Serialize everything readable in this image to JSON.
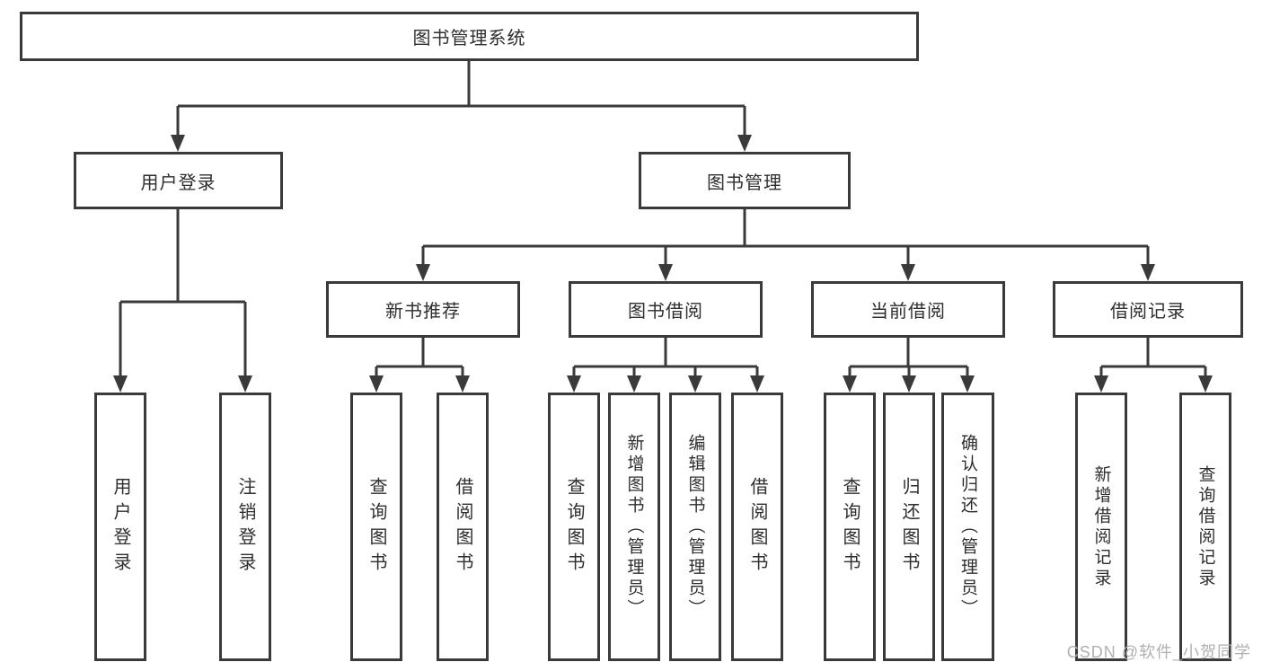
{
  "diagram": {
    "title_node": {
      "label": "图书管理系统"
    },
    "level2": {
      "user_login": {
        "label": "用户登录"
      },
      "book_management": {
        "label": "图书管理"
      }
    },
    "level3": {
      "new_book_recommend": {
        "label": "新书推荐"
      },
      "book_borrow": {
        "label": "图书借阅"
      },
      "current_borrow": {
        "label": "当前借阅"
      },
      "borrow_records": {
        "label": "借阅记录"
      }
    },
    "leaves": {
      "user_login_group": [
        "用户登录",
        "注销登录"
      ],
      "new_book_group": [
        "查询图书",
        "借阅图书"
      ],
      "book_borrow_group": [
        "查询图书",
        "新增图书（管理员）",
        "编辑图书（管理员）",
        "借阅图书"
      ],
      "current_borrow_group": [
        "查询图书",
        "归还图书",
        "确认归还（管理员）"
      ],
      "borrow_records_group": [
        "新增借阅记录",
        "查询借阅记录"
      ]
    },
    "watermark": "CSDN @软件_小贺同学",
    "colors": {
      "line": "#3a3a3a",
      "box_border": "#3a3a3a",
      "text": "#2e2e2e",
      "watermark": "#b0b0b0",
      "background": "#ffffff"
    }
  }
}
